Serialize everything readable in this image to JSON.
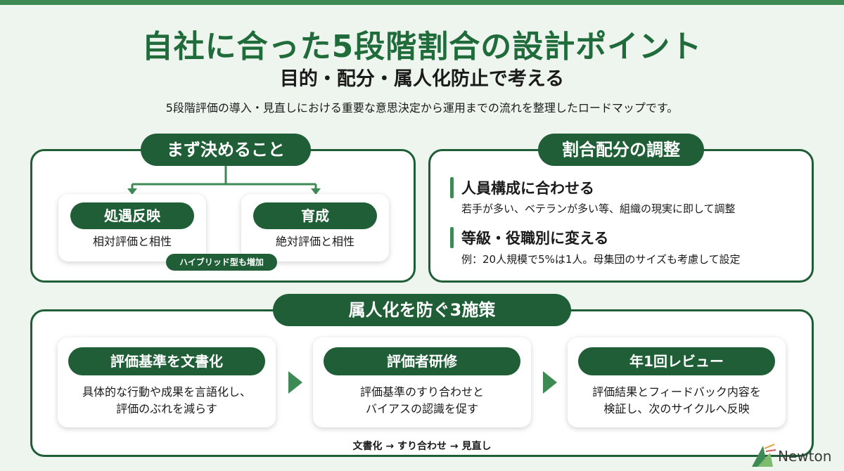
{
  "title": "自社に合った5段階割合の設計ポイント",
  "subtitle": "目的・配分・属人化防止で考える",
  "lead": "5段階評価の導入・見直しにおける重要な意思決定から運用までの流れを整理したロードマップです。",
  "decide": {
    "heading": "まず決めること",
    "cards": [
      {
        "label": "処遇反映",
        "text": "相対評価と相性"
      },
      {
        "label": "育成",
        "text": "絶対評価と相性"
      }
    ],
    "badge": "ハイブリッド型も増加"
  },
  "allocation": {
    "heading": "割合配分の調整",
    "items": [
      {
        "title": "人員構成に合わせる",
        "desc": "若手が多い、ベテランが多い等、組織の現実に即して調整"
      },
      {
        "title": "等級・役職別に変える",
        "desc": "例：20人規模で5%は1人。母集団のサイズも考慮して設定"
      }
    ]
  },
  "measures": {
    "heading": "属人化を防ぐ3施策",
    "cards": [
      {
        "label": "評価基準を文書化",
        "line1": "具体的な行動や成果を言語化し、",
        "line2": "評価のぶれを減らす"
      },
      {
        "label": "評価者研修",
        "line1": "評価基準のすり合わせと",
        "line2": "バイアスの認識を促す"
      },
      {
        "label": "年1回レビュー",
        "line1": "評価結果とフィードバック内容を",
        "line2": "検証し、次のサイクルへ反映"
      }
    ],
    "flow": "文書化 → すり合わせ → 見直し"
  },
  "brand": {
    "name": "Newton"
  },
  "colors": {
    "accent": "#1f5e36",
    "accent_light": "#3d8a55",
    "background": "#eef5ee"
  }
}
